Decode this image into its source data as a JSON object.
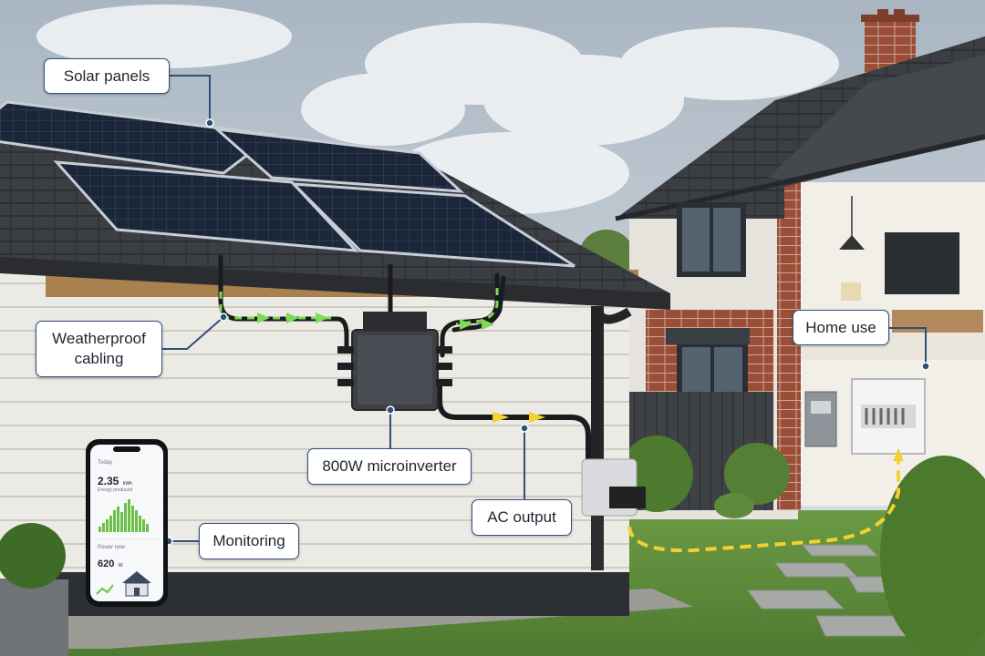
{
  "callouts": {
    "solar_panels": "Solar panels",
    "weatherproof_cabling_line1": "Weatherproof",
    "weatherproof_cabling_line2": "cabling",
    "microinverter": "800W microinverter",
    "ac_output": "AC output",
    "monitoring": "Monitoring",
    "home_use": "Home use"
  },
  "phone": {
    "today_label": "Today",
    "energy_value": "2.35",
    "energy_unit": "kWh",
    "energy_caption": "Energy produced",
    "power_label": "Power now",
    "power_value": "620",
    "power_unit": "W"
  },
  "colors": {
    "callout_border": "#2f4f7a",
    "dc_flow": "#7ed957",
    "ac_flow": "#f2d22e",
    "leader_line": "#2f4f7a"
  },
  "icons": [
    "house-icon",
    "green-arrow-icon",
    "yellow-arrow-icon"
  ]
}
